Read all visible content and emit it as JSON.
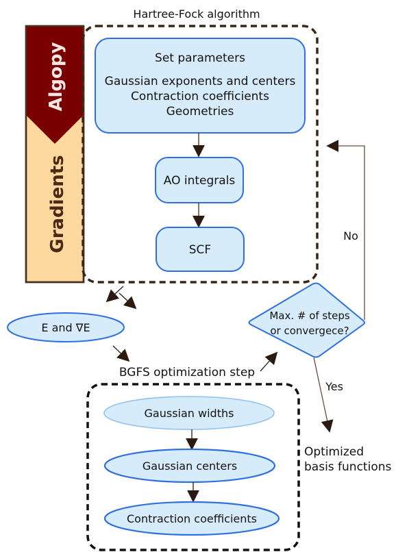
{
  "title": "Hartree-Fock algorithm",
  "sidebar": {
    "top_label": "Algopy",
    "bottom_label": "Gradients"
  },
  "hf_steps": {
    "params_title": "Set parameters",
    "params_lines": [
      "Gaussian exponents and centers",
      "Contraction coefficients",
      "Geometries"
    ],
    "ao_integrals": "AO integrals",
    "scf": "SCF"
  },
  "energy_node": "E and ∇E",
  "bgfs_step": "BGFS optimization step",
  "decision": {
    "line1": "Max. # of steps",
    "line2": "or convergece?",
    "no_label": "No",
    "yes_label": "Yes"
  },
  "output": {
    "line1": "Optimized",
    "line2": "basis functions"
  },
  "optimization_params": [
    "Gaussian widths",
    "Gaussian centers",
    "Contraction coefficients"
  ],
  "colors": {
    "node_fill": "#d7ecfb",
    "node_stroke": "#2f6fe0",
    "dashed_border": "#3a2616",
    "arrow": "#2a1a10",
    "algopy_fill": "#7a0000",
    "gradients_fill": "#fdd9a0"
  }
}
